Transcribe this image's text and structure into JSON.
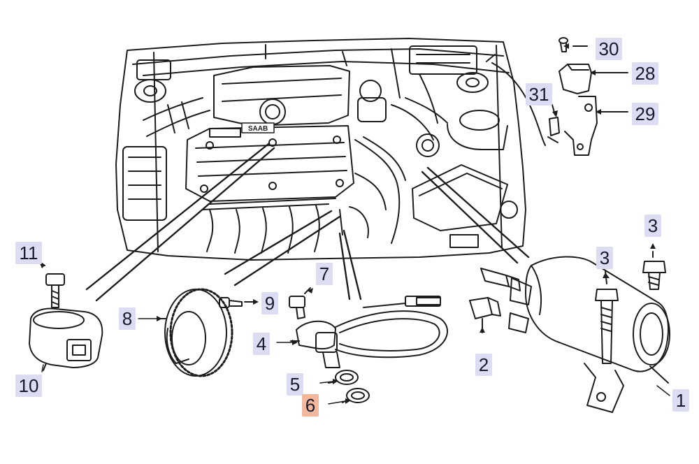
{
  "callouts": {
    "c1": "1",
    "c2": "2",
    "c3a": "3",
    "c3b": "3",
    "c4": "4",
    "c5": "5",
    "c6": "6",
    "c7": "7",
    "c8": "8",
    "c9": "9",
    "c10": "10",
    "c11": "11",
    "c28": "28",
    "c29": "29",
    "c30": "30",
    "c31": "31"
  },
  "engine_logo": "SAAB",
  "colors": {
    "line": "#1c1c1c",
    "label_bg": "#dcdcf2",
    "label_highlight_bg": "#f3b79c",
    "label_text": "#1a1a2e"
  }
}
